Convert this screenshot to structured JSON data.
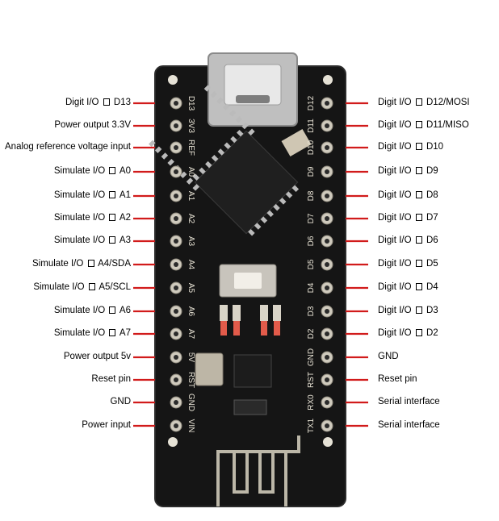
{
  "left_labels": [
    {
      "prefix": "Digit",
      "io": "I/O",
      "pin": "D13"
    },
    {
      "prefix": "Power output 3.3V",
      "io": "",
      "pin": ""
    },
    {
      "prefix": "Analog reference voltage input",
      "io": "",
      "pin": ""
    },
    {
      "prefix": "Simulate",
      "io": "I/O",
      "pin": "A0"
    },
    {
      "prefix": "Simulate",
      "io": "I/O",
      "pin": "A1"
    },
    {
      "prefix": "Simulate",
      "io": "I/O",
      "pin": "A2"
    },
    {
      "prefix": "Simulate",
      "io": "I/O",
      "pin": "A3"
    },
    {
      "prefix": "Simulate",
      "io": "I/O",
      "pin": "A4/SDA"
    },
    {
      "prefix": "Simulate",
      "io": "I/O",
      "pin": "A5/SCL"
    },
    {
      "prefix": "Simulate",
      "io": "I/O",
      "pin": "A6"
    },
    {
      "prefix": "Simulate",
      "io": "I/O",
      "pin": "A7"
    },
    {
      "prefix": "Power output 5v",
      "io": "",
      "pin": ""
    },
    {
      "prefix": "Reset pin",
      "io": "",
      "pin": ""
    },
    {
      "prefix": "GND",
      "io": "",
      "pin": ""
    },
    {
      "prefix": "Power input",
      "io": "",
      "pin": ""
    }
  ],
  "right_labels": [
    {
      "prefix": "Digit",
      "io": "I/O",
      "pin": "D12/MOSI"
    },
    {
      "prefix": "Digit",
      "io": "I/O",
      "pin": "D11/MISO"
    },
    {
      "prefix": "Digit",
      "io": "I/O",
      "pin": "D10"
    },
    {
      "prefix": "Digit",
      "io": "I/O",
      "pin": "D9"
    },
    {
      "prefix": "Digit",
      "io": "I/O",
      "pin": "D8"
    },
    {
      "prefix": "Digit",
      "io": "I/O",
      "pin": "D7"
    },
    {
      "prefix": "Digit",
      "io": "I/O",
      "pin": "D6"
    },
    {
      "prefix": "Digit",
      "io": "I/O",
      "pin": "D5"
    },
    {
      "prefix": "Digit",
      "io": "I/O",
      "pin": "D4"
    },
    {
      "prefix": "Digit",
      "io": "I/O",
      "pin": "D3"
    },
    {
      "prefix": "Digit",
      "io": "I/O",
      "pin": "D2"
    },
    {
      "prefix": "GND",
      "io": "",
      "pin": ""
    },
    {
      "prefix": "Reset pin",
      "io": "",
      "pin": ""
    },
    {
      "prefix": "Serial interface",
      "io": "",
      "pin": ""
    },
    {
      "prefix": "Serial interface",
      "io": "",
      "pin": ""
    }
  ],
  "board_silk_left": [
    "D13",
    "3V3",
    "REF",
    "A0",
    "A1",
    "A2",
    "A3",
    "A4",
    "A5",
    "A6",
    "A7",
    "5V",
    "RST",
    "GND",
    "VIN"
  ],
  "board_silk_right": [
    "D12",
    "D11",
    "D10",
    "D9",
    "D8",
    "D7",
    "D6",
    "D5",
    "D4",
    "D3",
    "D2",
    "GND",
    "RST",
    "RX0",
    "TX1"
  ],
  "colors": {
    "leader_line": "#d11b1b",
    "board": "#141414",
    "pad": "#c9c4b8",
    "chip": "#1f1f1f"
  }
}
